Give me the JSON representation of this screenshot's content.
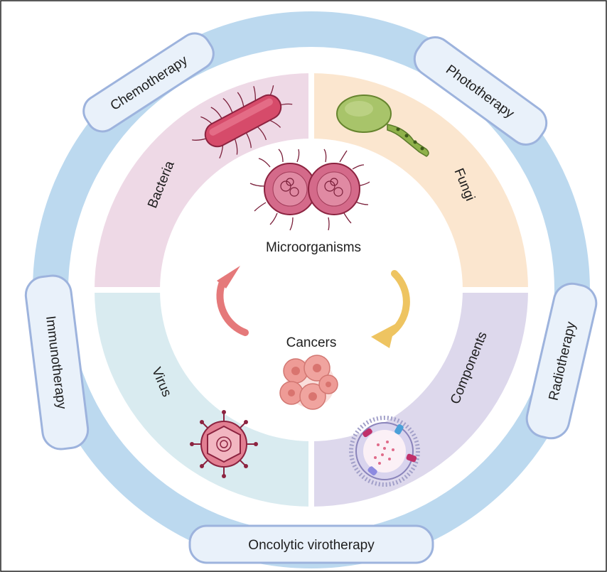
{
  "center": {
    "top_label": "Microorganisms",
    "bottom_label": "Cancers"
  },
  "quadrants": {
    "top_left": "Bacteria",
    "top_right": "Fungi",
    "bottom_left": "Virus",
    "bottom_right": "Components"
  },
  "therapies": {
    "chemotherapy": "Chemotherapy",
    "phototherapy": "Phototherapy",
    "immunotherapy": "Immunotherapy",
    "radiotherapy": "Radiotherapy",
    "oncolytic": "Oncolytic virotherapy"
  },
  "colors": {
    "outer_ring": "#bcd9ef",
    "bacteria_bg": "#eed9e6",
    "fungi_bg": "#fbe6cf",
    "virus_bg": "#d9ebf0",
    "components_bg": "#ddd8ec",
    "badge_fill": "#e9f1fa",
    "badge_stroke": "#9db3dd",
    "arrow_red": "#e5797a",
    "arrow_yellow": "#eec461"
  }
}
